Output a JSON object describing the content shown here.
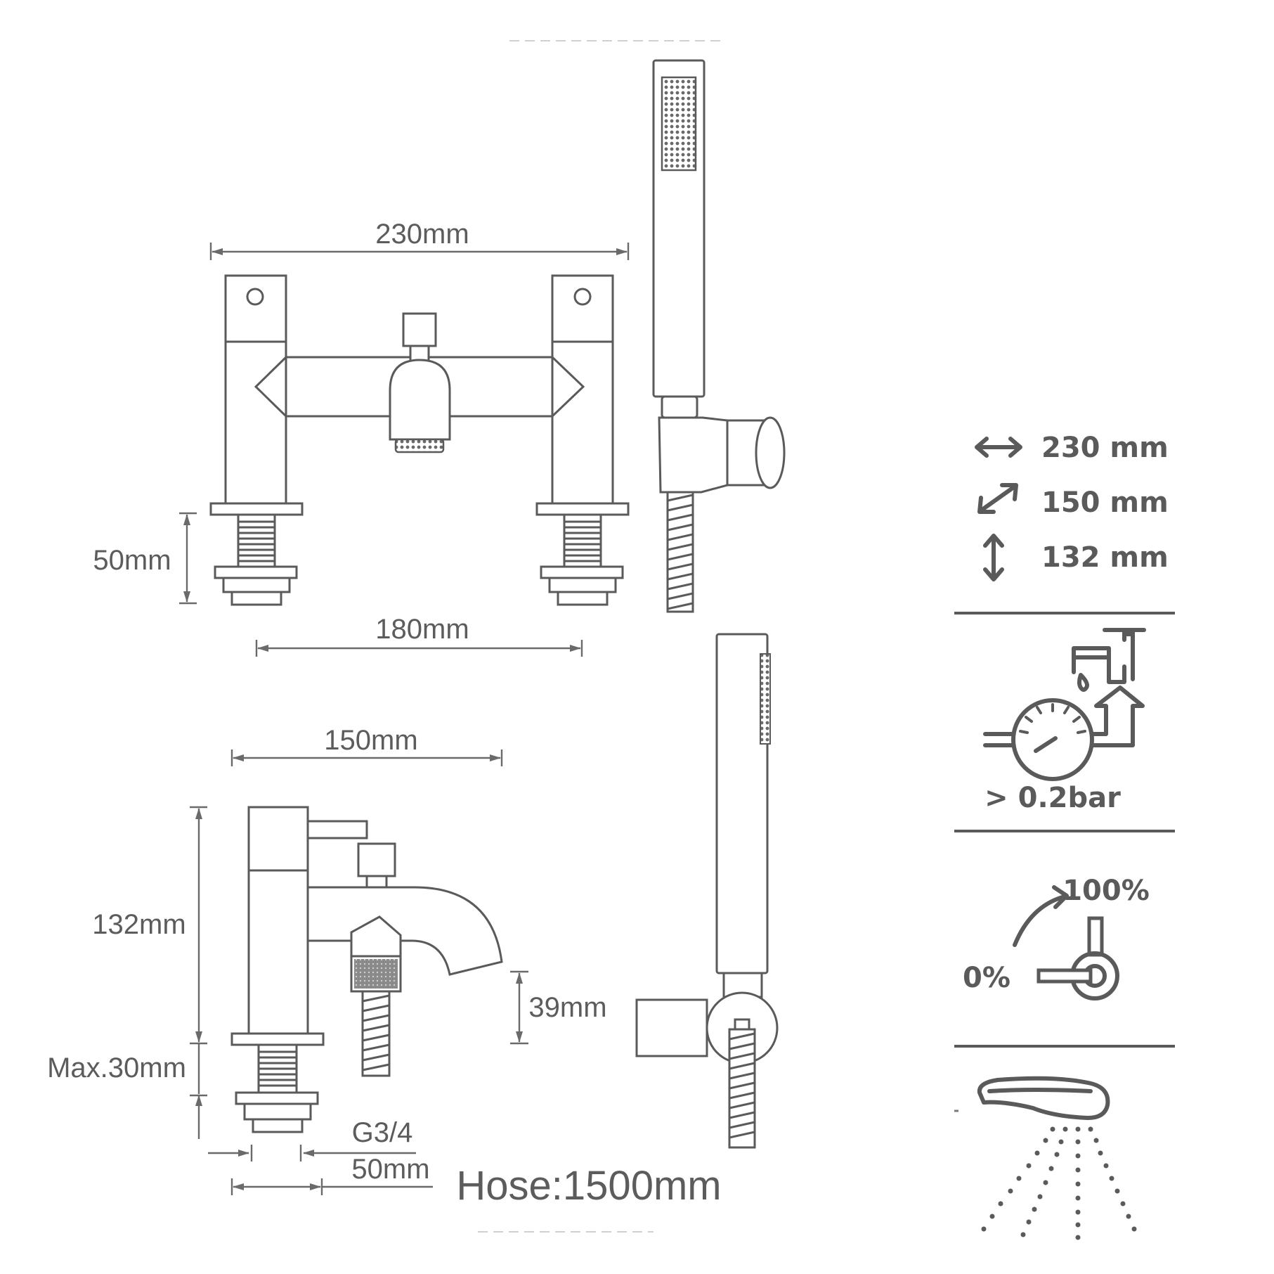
{
  "front_view": {
    "overall_width": "230mm",
    "tail_height": "50mm",
    "centres": "180mm"
  },
  "side_view": {
    "projection": "150mm",
    "height": "132mm",
    "spout_height": "39mm",
    "max_deck": "Max.30mm",
    "thread": "G3/4",
    "base_width": "50mm"
  },
  "hose": "Hose:1500mm",
  "specs": {
    "width": "230 mm",
    "depth": "150 mm",
    "height": "132 mm"
  },
  "pressure": "> 0.2bar",
  "flow": {
    "min": "0%",
    "max": "100%"
  }
}
